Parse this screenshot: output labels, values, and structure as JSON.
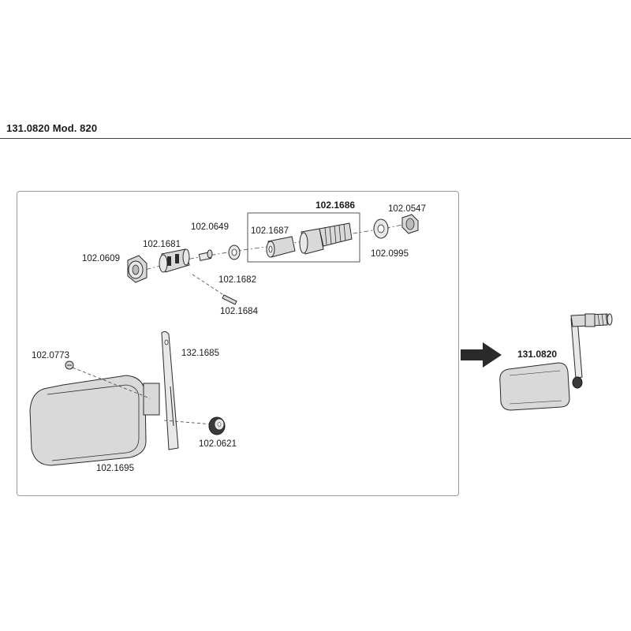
{
  "header": {
    "title": "131.0820 Mod. 820"
  },
  "parts": {
    "group": "102.1686",
    "p1687": "102.1687",
    "p0547": "102.0547",
    "p0995": "102.0995",
    "p0649": "102.0649",
    "p1681": "102.1681",
    "p0609": "102.0609",
    "p1682": "102.1682",
    "p1684": "102.1684",
    "p1685": "132.1685",
    "p0773": "102.0773",
    "p0621": "102.0621",
    "p1695": "102.1695"
  },
  "assembly": {
    "label": "131.0820"
  }
}
